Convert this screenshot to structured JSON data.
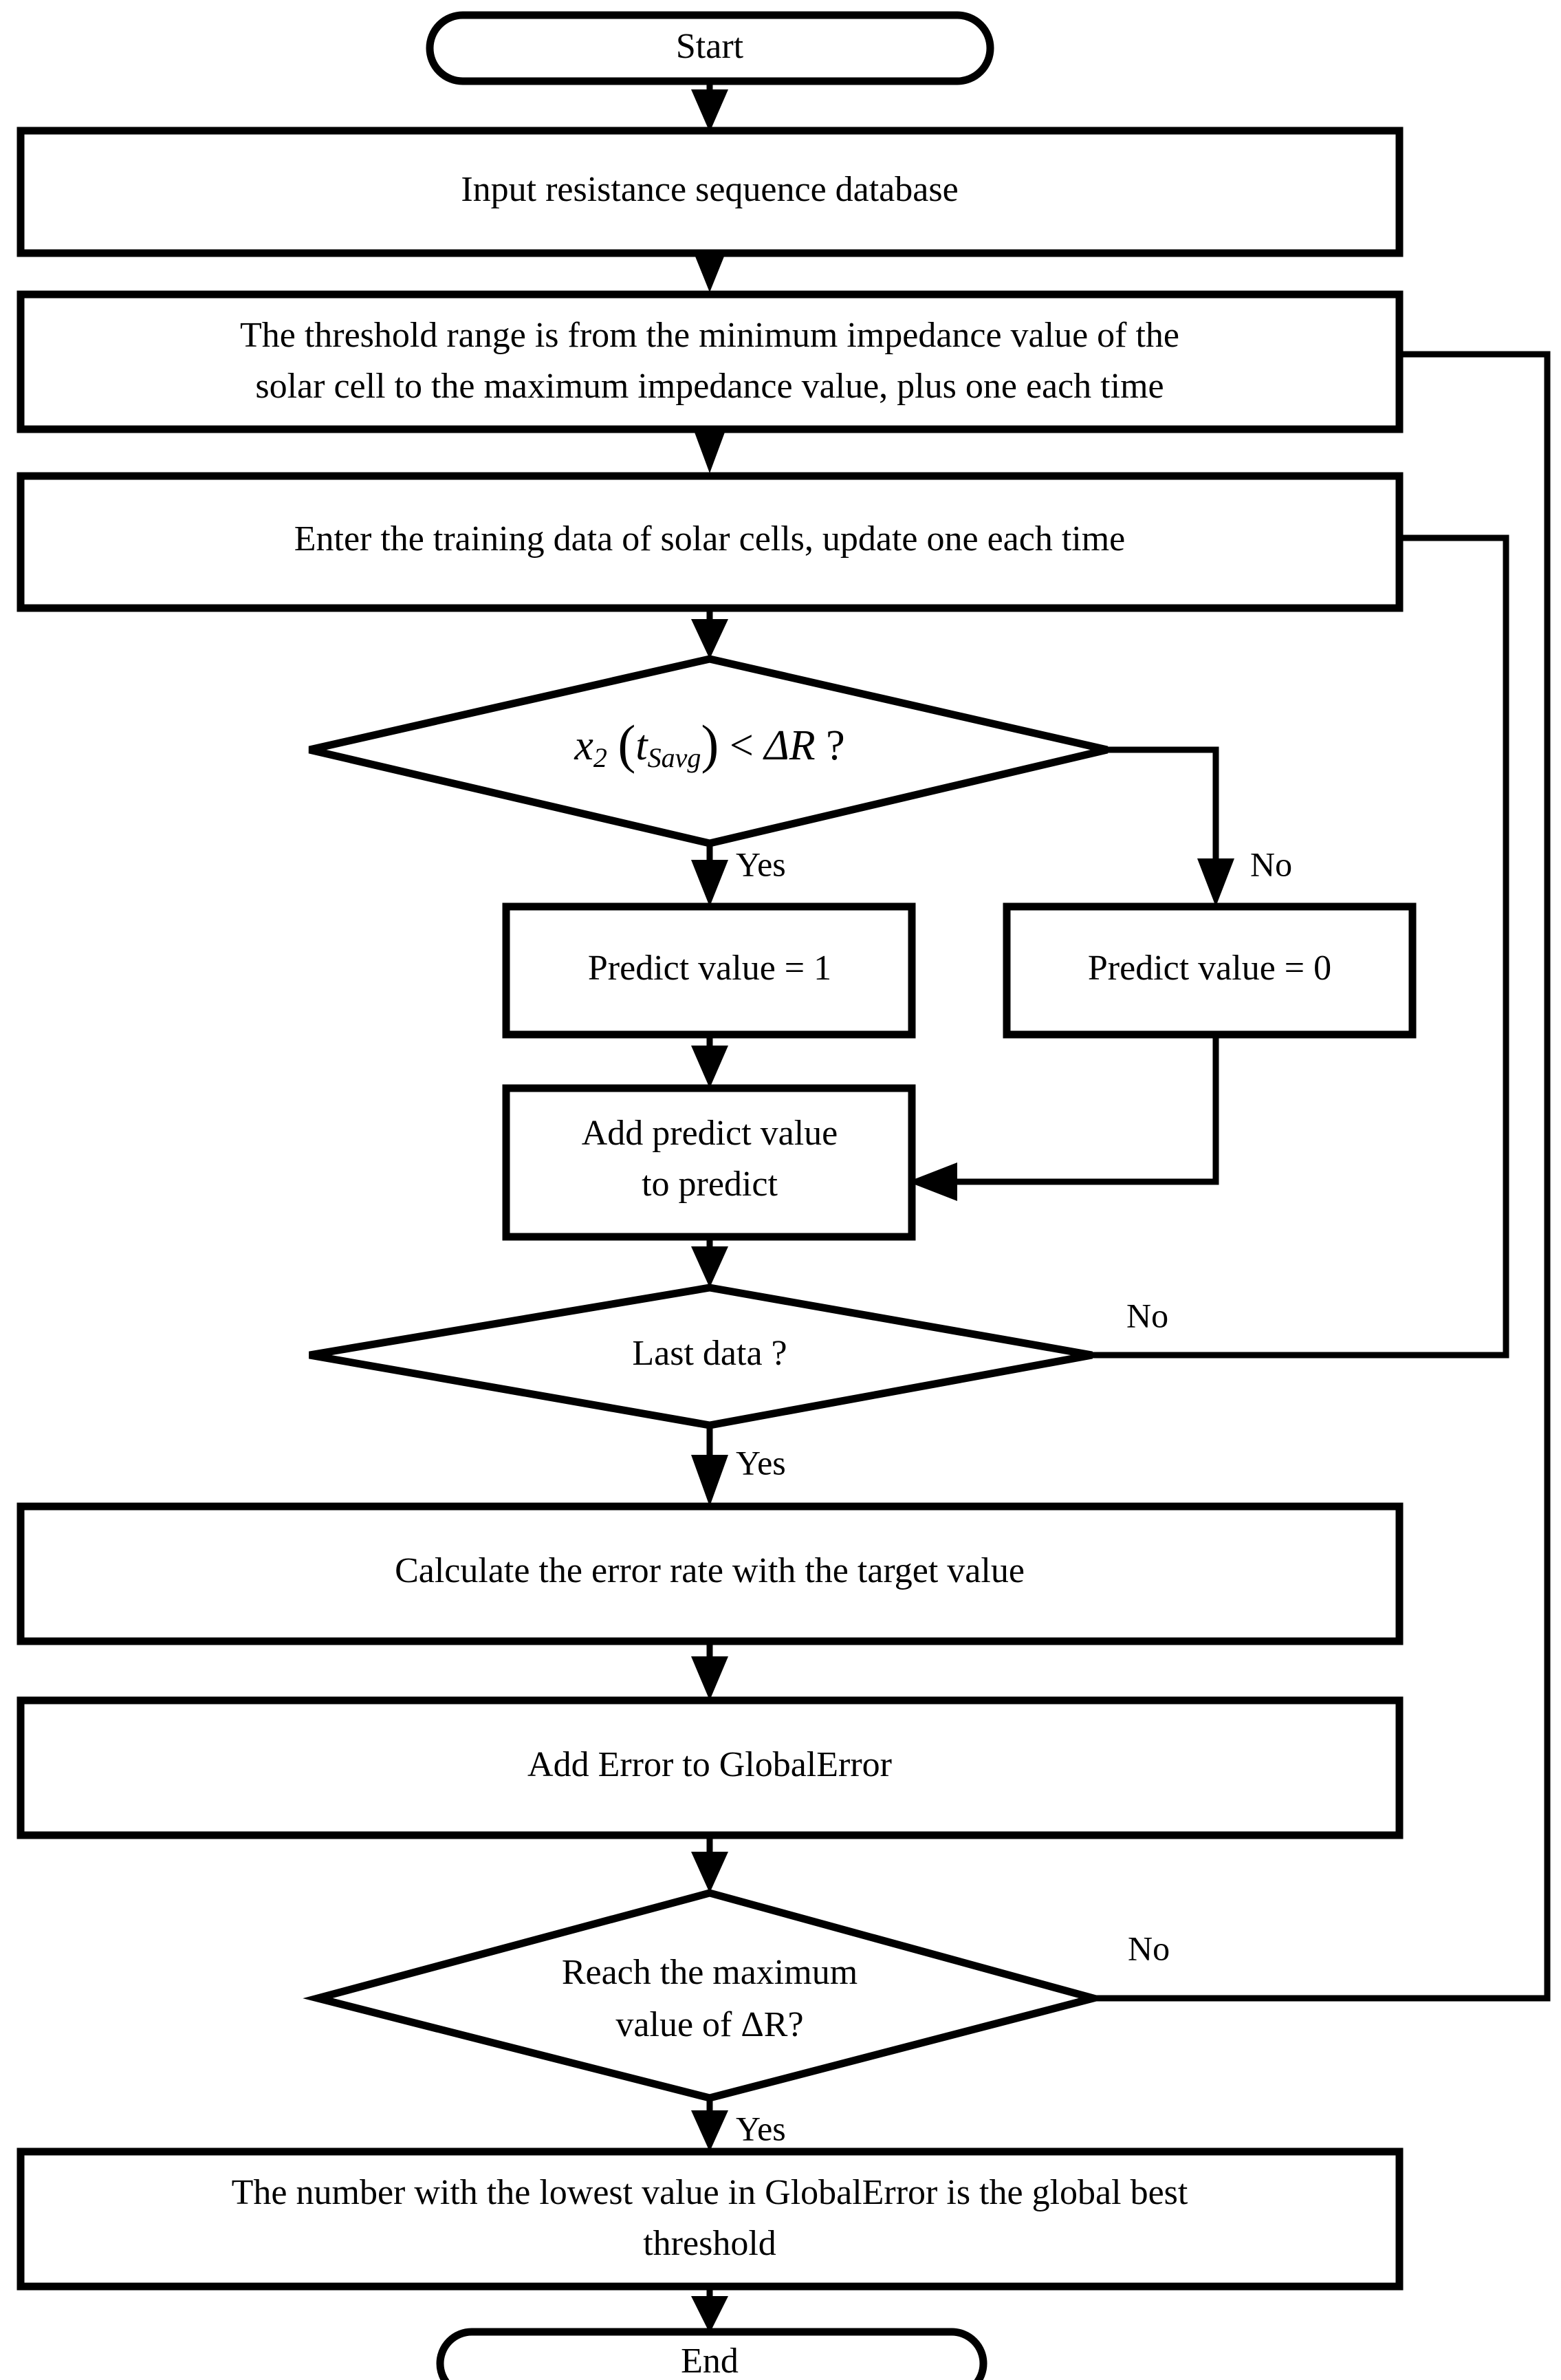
{
  "diagram": {
    "title": "Flowchart for global best threshold search",
    "background_color": "#ffffff",
    "line_color": "#000000"
  },
  "nodes": {
    "start": {
      "label": "Start",
      "shape": "terminator"
    },
    "input_db": {
      "label": "Input resistance sequence database",
      "shape": "process"
    },
    "threshold_range": {
      "line1": "The threshold range is from the minimum impedance value of the",
      "line2": "solar cell to the maximum impedance value, plus one each time",
      "shape": "process"
    },
    "enter_training": {
      "label": "Enter the training data of solar cells, update one each time",
      "shape": "process"
    },
    "compare_decision": {
      "formula_var": "x",
      "formula_var_sub": "2",
      "formula_open": "(",
      "formula_t": "t",
      "formula_t_sub": "Savg",
      "formula_close": ")",
      "formula_op": "<",
      "formula_dr": "ΔR",
      "formula_q": "?",
      "shape": "decision"
    },
    "predict_one": {
      "label": "Predict value = 1",
      "shape": "process"
    },
    "predict_zero": {
      "label": "Predict value = 0",
      "shape": "process"
    },
    "add_predict": {
      "line1": "Add predict value",
      "line2": "to predict",
      "shape": "process"
    },
    "last_data": {
      "label": "Last data ?",
      "shape": "decision"
    },
    "calc_error": {
      "label": "Calculate the error rate with the target value",
      "shape": "process"
    },
    "add_error": {
      "label": "Add Error to GlobalError",
      "shape": "process"
    },
    "reach_max": {
      "line1": "Reach the maximum",
      "line2": "value of ΔR?",
      "shape": "decision"
    },
    "lowest_value": {
      "line1": "The number with the lowest value in GlobalError is the global best",
      "line2": "threshold",
      "shape": "process"
    },
    "end": {
      "label": "End",
      "shape": "terminator"
    }
  },
  "edge_labels": {
    "compare_yes": "Yes",
    "compare_no": "No",
    "last_data_yes": "Yes",
    "last_data_no": "No",
    "reach_max_yes": "Yes",
    "reach_max_no": "No"
  }
}
